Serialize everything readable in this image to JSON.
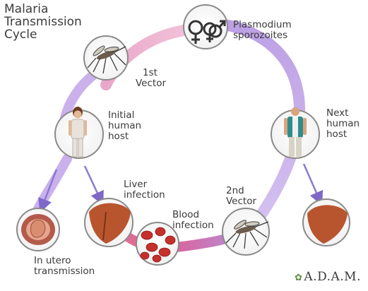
{
  "title": {
    "line1": "Malaria",
    "line2": "Transmission",
    "line3": "Cycle"
  },
  "labels": {
    "plasmodium": {
      "line1": "Plasmodium",
      "line2": "sporozoites"
    },
    "first_vector": {
      "line1": "1st",
      "line2": "Vector"
    },
    "initial_host": {
      "line1": "Initial",
      "line2": "human",
      "line3": "host"
    },
    "next_host": {
      "line1": "Next",
      "line2": "human",
      "line3": "host"
    },
    "liver": {
      "line1": "Liver",
      "line2": "infection"
    },
    "second_vector": {
      "line1": "2nd",
      "line2": "Vector"
    },
    "blood": {
      "line1": "Blood",
      "line2": "infection"
    },
    "in_utero": {
      "line1": "In utero",
      "line2": "transmission"
    }
  },
  "logo": {
    "text": "A.D.A.M."
  },
  "colors": {
    "pink_arc": "#e8a6c4",
    "purple_arc": "#a98ad6",
    "circle_ring": "#8a8a8a",
    "liver": "#b8552e",
    "blood_cell": "#c5302c"
  }
}
